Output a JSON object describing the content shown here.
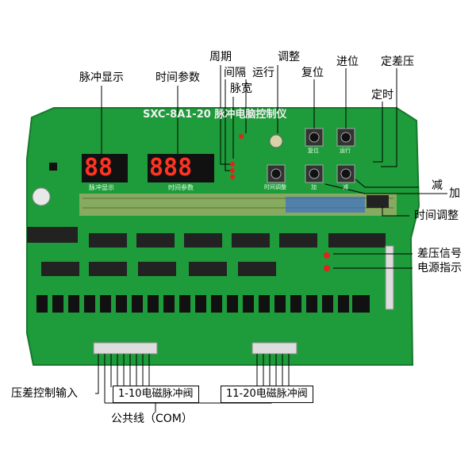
{
  "board": {
    "model_text": "SXC-8A1-20 脉冲电脑控制仪",
    "display1_digits": "88",
    "display2_digits": "888",
    "display1_caption": "脉冲显示",
    "display2_caption": "时间参数",
    "board_tiny_labels": [
      "复位",
      "运行",
      "时间调整",
      "加",
      "减"
    ]
  },
  "callouts": {
    "pulse_display": "脉冲显示",
    "time_param": "时间参数",
    "period": "周期",
    "interval": "间隔",
    "pulse_width": "脉宽",
    "run": "运行",
    "adjust": "调整",
    "reset": "复位",
    "advance": "进位",
    "fixed_pressure": "定差压",
    "timing": "定时",
    "decrease": "减",
    "increase": "加",
    "time_adjust": "时间调整",
    "pressure_signal": "差压信号",
    "power_indicator": "电源指示",
    "pressure_input": "压差控制输入",
    "valves_1_10": "1-10电磁脉冲阀",
    "valves_11_20": "11-20电磁脉冲阀",
    "common_line": "公共线（COM）"
  },
  "colors": {
    "pcb": "#1e9b3a",
    "pcb_dark": "#157a2c",
    "chip": "#222222",
    "led_red": "#e0241c"
  }
}
